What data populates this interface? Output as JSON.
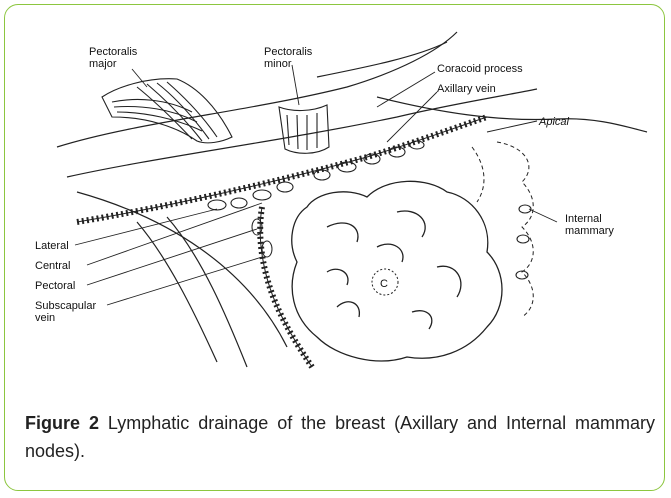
{
  "figure": {
    "caption_lead": "Figure 2",
    "caption_text": " Lymphatic drainage of the breast (Axillary and Internal mammary nodes).",
    "frame_color": "#8cc63f"
  },
  "diagram": {
    "labels": {
      "pectoralis_major_1": "Pectoralis",
      "pectoralis_major_2": "major",
      "pectoralis_minor_1": "Pectoralis",
      "pectoralis_minor_2": "minor",
      "coracoid_process": "Coracoid process",
      "axillary_vein": "Axillary vein",
      "apical": "Apical",
      "internal_mammary_1": "Internal",
      "internal_mammary_2": "mammary",
      "lateral": "Lateral",
      "central": "Central",
      "pectoral": "Pectoral",
      "subscapular_vein_1": "Subscapular",
      "subscapular_vein_2": "vein",
      "nipple": "C"
    }
  }
}
